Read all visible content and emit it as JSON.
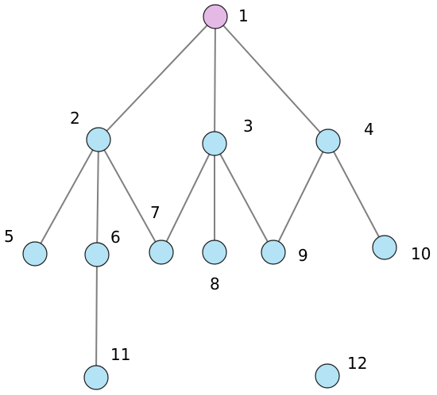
{
  "colors": {
    "root_fill": "#e5b9e5",
    "node_fill": "#b3e3f5",
    "edge": "#808080",
    "stroke": "#1a1a1a"
  },
  "nodes": [
    {
      "id": "1",
      "label": "1",
      "root": true
    },
    {
      "id": "2",
      "label": "2"
    },
    {
      "id": "3",
      "label": "3"
    },
    {
      "id": "4",
      "label": "4"
    },
    {
      "id": "5",
      "label": "5"
    },
    {
      "id": "6",
      "label": "6"
    },
    {
      "id": "7",
      "label": "7"
    },
    {
      "id": "8",
      "label": "8"
    },
    {
      "id": "9",
      "label": "9"
    },
    {
      "id": "10",
      "label": "10"
    },
    {
      "id": "11",
      "label": "11"
    },
    {
      "id": "12",
      "label": "12"
    }
  ],
  "edges": [
    [
      "1",
      "2"
    ],
    [
      "1",
      "3"
    ],
    [
      "1",
      "4"
    ],
    [
      "2",
      "5"
    ],
    [
      "2",
      "6"
    ],
    [
      "2",
      "7"
    ],
    [
      "3",
      "7"
    ],
    [
      "3",
      "8"
    ],
    [
      "3",
      "9"
    ],
    [
      "4",
      "9"
    ],
    [
      "4",
      "10"
    ],
    [
      "6",
      "11"
    ]
  ]
}
